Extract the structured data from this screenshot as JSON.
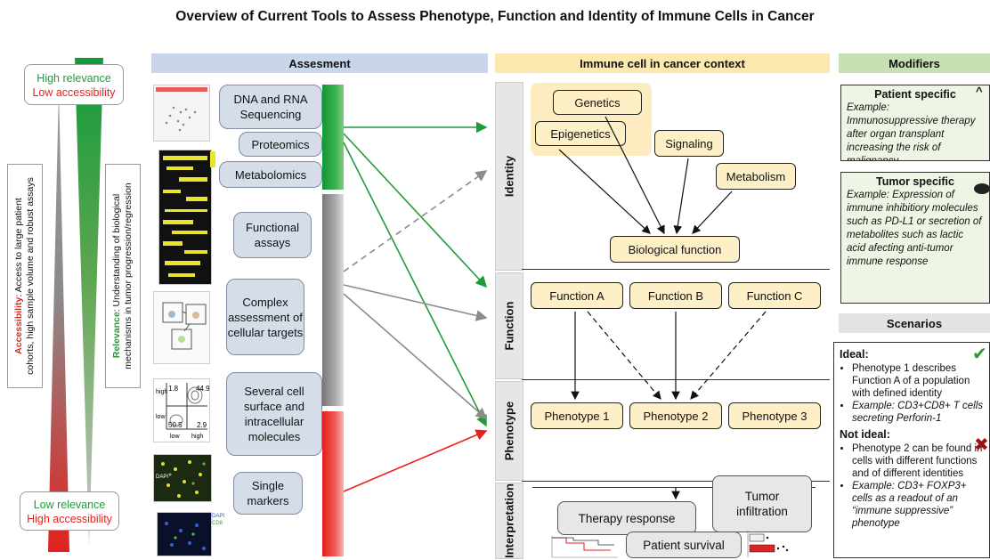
{
  "title": "Overview of Current Tools to Assess Phenotype, Function and Identity of Immune Cells in Cancer",
  "relevance_box": {
    "top_line1": "High relevance",
    "top_line2": "Low accessibility",
    "bottom_line1": "Low relevance",
    "bottom_line2": "High accessibility"
  },
  "accessibility_note": {
    "keyword": "Accessibility",
    "text_line1": ": Access to large patient",
    "text_line2": "cohorts, high sample volume and robust assays"
  },
  "relevance_note": {
    "keyword": "Relevance",
    "text_line1": ": Understanding of biological",
    "text_line2": "mechanisms in tumor progression/regression"
  },
  "headers": {
    "assessment": "Assesment",
    "immune": "Immune cell in cancer context",
    "modifiers": "Modifiers",
    "scenarios": "Scenarios"
  },
  "assessment_items": {
    "dna": "DNA and RNA Sequencing",
    "proteomics": "Proteomics",
    "metabolomics": "Metabolomics",
    "functional": "Functional assays",
    "complex": "Complex assessment of cellular targets",
    "several": "Several cell surface and intracellular molecules",
    "single": "Single markers"
  },
  "thumb_labels": {
    "flow_q1": "1.8",
    "flow_q2": "44.9",
    "flow_q3": "50.5",
    "flow_q4": "2.9",
    "flow_low": "low",
    "flow_high": "high",
    "dapi": "DAPI",
    "cd8": "CD8"
  },
  "row_labels": {
    "identity": "Identity",
    "function": "Function",
    "phenotype": "Phenotype",
    "interpretation": "Interpretation"
  },
  "identity": {
    "genetics": "Genetics",
    "epigenetics": "Epigenetics",
    "signaling": "Signaling",
    "metabolism": "Metabolism",
    "bio_function": "Biological function"
  },
  "function": {
    "a": "Function A",
    "b": "Function B",
    "c": "Function C"
  },
  "phenotype": {
    "p1": "Phenotype 1",
    "p2": "Phenotype 2",
    "p3": "Phenotype 3"
  },
  "interpretation": {
    "therapy": "Therapy response",
    "tumor": "Tumor infiltration",
    "survival": "Patient survival"
  },
  "modifiers": {
    "patient_title": "Patient specific",
    "patient_text": "Example: Immunosuppressive therapy after organ transplant increasing the risk of malignancy",
    "tumor_title": "Tumor specific",
    "tumor_text": "Example: Expression of immune inhibitiory molecules such as PD-L1 or secretion of metabolites such as lactic acid afecting anti-tumor immune response"
  },
  "scenarios": {
    "ideal_title": "Ideal:",
    "ideal_b1": "Phenotype 1 describes Function A of a population with defined identity",
    "ideal_b2": "Example: CD3+CD8+ T cells secreting Perforin-1",
    "notideal_title": "Not ideal:",
    "notideal_b1": "Phenotype 2 can be found in cells with different functions and of different identities",
    "notideal_b2": "Example: CD3+ FOXP3+ cells as a readout of an “immune suppressive” phenotype"
  },
  "colors": {
    "green": "#1e9b3a",
    "red": "#e8211f",
    "grey": "#8c8c8c",
    "blue_header": "#c9d6ea",
    "yellow_header": "#fde9b0",
    "green_header": "#c6e0b4"
  }
}
